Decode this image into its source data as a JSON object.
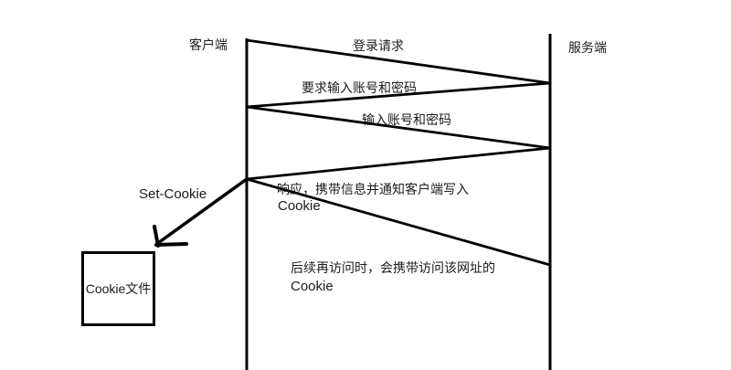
{
  "diagram": {
    "title": "Cookie login sequence diagram",
    "actors": {
      "client": "客户端",
      "server": "服务端"
    },
    "messages": {
      "login_request": "登录请求",
      "ask_credentials": "要求输入账号和密码",
      "send_credentials": "输入账号和密码",
      "response_line1": "响应，携带信息并通知客户端写入",
      "response_line2": "Cookie",
      "set_cookie": "Set-Cookie",
      "revisit_line1": "后续再访问时，会携带访问该网址的",
      "revisit_line2": "Cookie"
    },
    "cookie_box": {
      "label": "Cookie文件"
    },
    "colors": {
      "line": "#000000",
      "text": "#1c1c1c",
      "background": "#ffffff"
    }
  }
}
